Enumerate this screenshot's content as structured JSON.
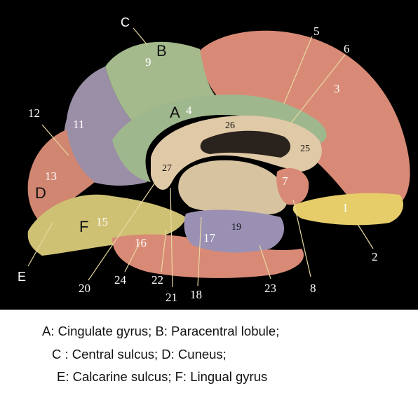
{
  "figure": {
    "letters": {
      "A": "A",
      "B": "B",
      "C": "C",
      "D": "D",
      "E": "E",
      "F": "F"
    },
    "numbers": [
      "1",
      "2",
      "3",
      "4",
      "5",
      "6",
      "7",
      "8",
      "9",
      "11",
      "12",
      "13",
      "15",
      "16",
      "17",
      "18",
      "19",
      "20",
      "21",
      "22",
      "23",
      "24",
      "25",
      "26",
      "27"
    ],
    "colors": {
      "background": "#000000",
      "frontal": "#d98a76",
      "paracentral": "#a4b98c",
      "cingulate": "#9fb78d",
      "precuneus": "#9b8fa8",
      "occipital": "#d08670",
      "lingual": "#cfc173",
      "parahippocampal": "#9a90b4",
      "callosum": "#e0c9a6",
      "thalamus": "#d8c3a0",
      "orbital": "#e6cd6a"
    }
  },
  "caption": {
    "line1": "A: Cingulate gyrus; B: Paracentral lobule;",
    "line2": "C : Central sulcus;  D: Cuneus;",
    "line3": "E: Calcarine sulcus;  F: Lingual gyrus"
  }
}
